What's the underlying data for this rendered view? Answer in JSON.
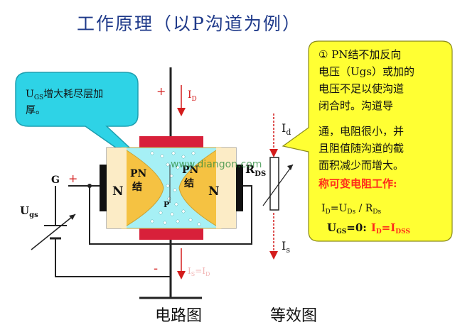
{
  "title": "工作原理（以P沟道为例）",
  "callout_left": {
    "main": "U",
    "sub": "GS",
    "line1_rest": "增大耗尽层加",
    "line2": "厚。"
  },
  "callout_right": {
    "lines": [
      "① PN结不加反向",
      "电压（Ugs）或加的",
      "电压不足以使沟道",
      "闭合时。沟道导",
      "通，电阻很小，并",
      "且阻值随沟道的截",
      "面积减少而增大。"
    ],
    "highlight": "称可变电阻工作:",
    "formula1": {
      "i": "I",
      "d": "D",
      "eq": "=U",
      "ds": "Ds",
      "slash": " / R",
      "ds2": "Ds"
    },
    "formula2": {
      "u": "U",
      "gs": "GS",
      "eq": "=0:",
      "i": "I",
      "d": "D",
      "eq2": "=I",
      "dss": "DSS"
    }
  },
  "circuit": {
    "plus_top": "+",
    "id_label": "I",
    "id_sub": "D",
    "minus_bottom": "-",
    "is_label": "I",
    "is_sub": "S",
    "is_eq": "=I",
    "is_sub2": "D",
    "g_label": "G",
    "g_plus": "+",
    "ugs_label": "U",
    "ugs_sub": "gs",
    "n_left": "N",
    "n_right": "N",
    "pn_left_top": "PN",
    "pn_left_bottom": "结",
    "pn_right_top": "PN",
    "pn_right_bottom": "结",
    "p_label": "P"
  },
  "equivalent": {
    "id_label": "I",
    "id_sub": "d",
    "rds_label": "R",
    "rds_sub": "DS",
    "is_label": "I",
    "is_sub": "s"
  },
  "watermark": "www.diangon.com",
  "captions": {
    "circuit": "电路图",
    "equivalent": "等效图"
  },
  "colors": {
    "title": "#1f3a8a",
    "callout_left_fill": "#2ed3e6",
    "callout_right_fill": "#ffff33",
    "depletion": "#f5c242",
    "channel": "#a6f0f5",
    "electrode": "#d8203a",
    "n_region": "#111111",
    "highlight_red": "#ff2a1a",
    "arrow_red": "#d41c1c"
  }
}
